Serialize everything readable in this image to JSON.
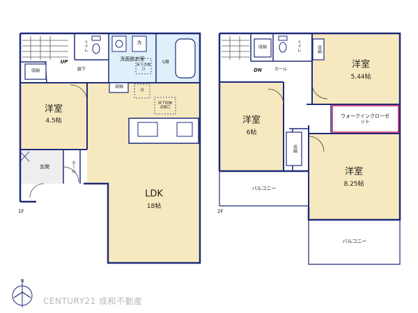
{
  "floor1": {
    "floor_label": "1F",
    "room_western": {
      "name": "洋室",
      "size": "4.5帖"
    },
    "ldk": {
      "name": "LDK",
      "size": "18帖"
    },
    "storage": "収納",
    "storage_ldk": "収納",
    "up_label": "UP",
    "corridor": "廊下",
    "toilet": "トイレ",
    "washroom": "洗面脱衣室",
    "wash": "洗",
    "inspection_top": "床下点検口",
    "inspection_kitchen": "床下収納点検口",
    "bath": "UB",
    "fridge": "冷",
    "entrance": "玄関",
    "hall": "ホール"
  },
  "floor2": {
    "floor_label": "2F",
    "room_6": {
      "name": "洋室",
      "size": "6帖"
    },
    "room_544": {
      "name": "洋室",
      "size": "5.44帖"
    },
    "room_825": {
      "name": "洋室",
      "size": "8.25帖"
    },
    "walkin": "ウォークインクローゼット",
    "storage_a": "収納",
    "storage_b": "収納",
    "storage_c": "収納",
    "toilet": "トイレ",
    "down_label": "DN",
    "hall": "ホール",
    "balcony_a": "バルコニー",
    "balcony_b": "バルコニー"
  },
  "brand": "CENTURY21 成和不動産",
  "compass_label": "N",
  "colors": {
    "wall": "#1e2a78",
    "room_fill": "#f7e9bf",
    "wet_fill": "#dff0fb",
    "walkin": "#c2185b"
  }
}
